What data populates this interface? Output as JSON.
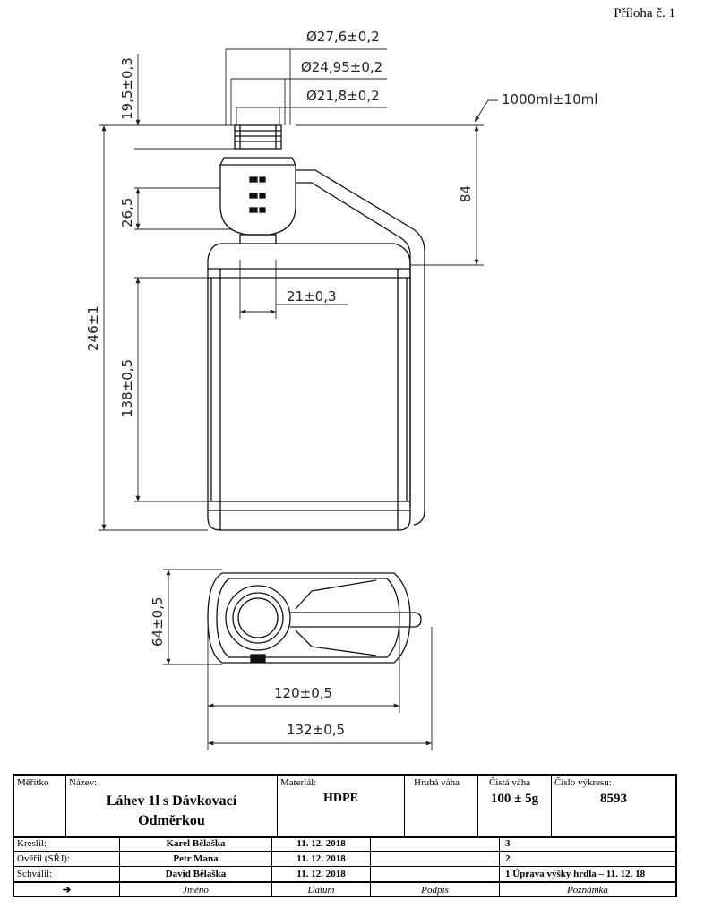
{
  "appendix_label": "Příloha č. 1",
  "dimensions": {
    "d_outer": "Ø27,6±0,2",
    "d_thread": "Ø24,95±0,2",
    "d_inner": "Ø21,8±0,2",
    "h_neck": "19,5±0,3",
    "h_measure": "26,5",
    "h_total": "246±1",
    "h_body": "138±0,5",
    "h_handle": "84",
    "w_neck_inner": "21±0,3",
    "volume": "1000ml±10ml",
    "depth": "64±0,5",
    "w_body": "120±0,5",
    "w_total": "132±0,5"
  },
  "title_block": {
    "scale_label": "Měřítko",
    "name_label": "Název:",
    "name_line1": "Láhev 1l s Dávkovací",
    "name_line2": "Odměrkou",
    "material_label": "Materiál:",
    "material": "HDPE",
    "gross_weight_label": "Hrubá váha",
    "net_weight_label": "Čistá váha",
    "net_weight": "100 ± 5g",
    "drawing_no_label": "Číslo výkresu:",
    "drawing_no": "8593",
    "rows": [
      {
        "role": "Kreslil:",
        "name": "Karel Bělaška",
        "date": "11. 12. 2018",
        "sign": "",
        "note": "3"
      },
      {
        "role": "Ověřil (SŘJ):",
        "name": "Petr Mana",
        "date": "11. 12. 2018",
        "sign": "",
        "note": "2"
      },
      {
        "role": "Schválil:",
        "name": "David Bělaška",
        "date": "11. 12. 2018",
        "sign": "",
        "note": "1 Úprava výšky hrdla – 11. 12. 18"
      }
    ],
    "footer": {
      "arrow": "➔",
      "name": "Jméno",
      "date": "Datum",
      "sign": "Podpis",
      "note": "Poznámka"
    }
  }
}
